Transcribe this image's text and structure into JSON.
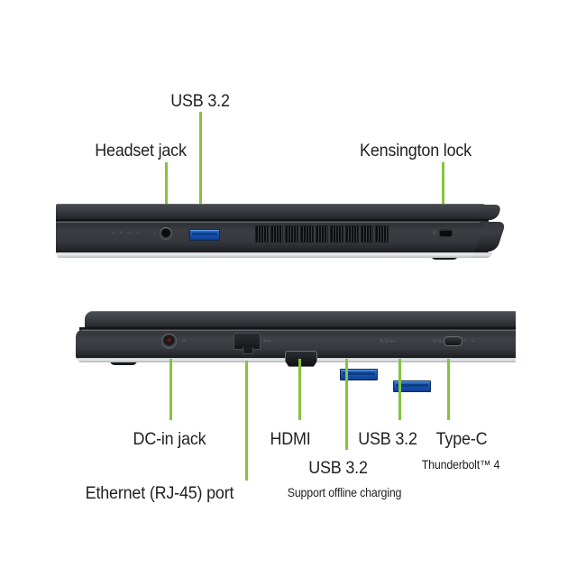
{
  "page": {
    "background_color": "#ffffff",
    "accent_color": "#84c341",
    "text_color": "#231f20",
    "title": "Laptop port layout callout diagram"
  },
  "views": [
    {
      "name": "rear-edge-view",
      "description": "Top laptop view showing rear/right edge ports",
      "ports": [
        {
          "id": "headset-jack",
          "type": "audio-combo-jack",
          "label": "Headset jack"
        },
        {
          "id": "usb-a-rear",
          "type": "usb-type-a",
          "label": "USB 3.2",
          "color": "#1352b6"
        },
        {
          "id": "exhaust-vents",
          "type": "vent-grille",
          "label": "",
          "slot_count": 9
        },
        {
          "id": "kensington-lock",
          "type": "security-lock-slot",
          "label": "Kensington lock"
        }
      ]
    },
    {
      "name": "left-side-view",
      "description": "Bottom laptop view showing left side ports",
      "ports": [
        {
          "id": "dc-in-jack",
          "type": "barrel-power-jack",
          "label": "DC-in jack"
        },
        {
          "id": "ethernet-port",
          "type": "rj45",
          "label": "Ethernet (RJ-45) port"
        },
        {
          "id": "hdmi-port",
          "type": "hdmi",
          "label": "HDMI"
        },
        {
          "id": "usb-a-1",
          "type": "usb-type-a",
          "label": "USB 3.2",
          "note": "Support offline charging",
          "color": "#1352b6"
        },
        {
          "id": "usb-a-2",
          "type": "usb-type-a",
          "label": "USB 3.2",
          "color": "#1352b6"
        },
        {
          "id": "usb-c-port",
          "type": "usb-type-c",
          "label": "Type-C",
          "note": "Thunderbolt™ 4"
        }
      ]
    }
  ],
  "callouts": {
    "headset_jack": "Headset jack",
    "usb32_top": "USB 3.2",
    "kensington_lock": "Kensington lock",
    "dc_in_jack": "DC-in jack",
    "ethernet_port": "Ethernet (RJ-45) port",
    "hdmi": "HDMI",
    "usb32_lower": "USB 3.2",
    "usb32_upper": "USB 3.2",
    "offline_charging": "Support offline charging",
    "type_c": "Type-C",
    "thunderbolt": "Thunderbolt™ 4"
  }
}
